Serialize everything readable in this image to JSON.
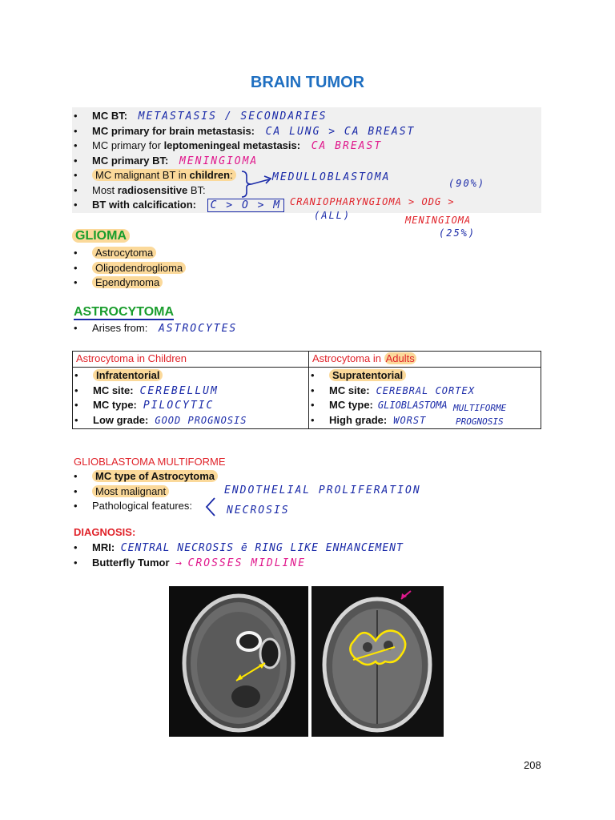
{
  "title": "BRAIN TUMOR",
  "brain_tumor": {
    "items": [
      {
        "label": "MC BT:",
        "note": "METASTASIS / SECONDARIES"
      },
      {
        "label": "MC primary for brain metastasis:",
        "note": "CA LUNG > CA BREAST"
      },
      {
        "label_pre": "MC primary for ",
        "label_bold": "leptomeningeal",
        "label_post": " metastasis:",
        "note": "CA BREAST"
      },
      {
        "label": "MC primary BT:",
        "note": "MENINGIOMA"
      },
      {
        "label_pre": "MC malignant BT in ",
        "label_bold": "children",
        "label_post": ":"
      },
      {
        "label_pre": "Most ",
        "label_bold": "radiosensitive",
        "label_post": " BT:"
      },
      {
        "label": "BT with calcification:",
        "note": "C > O > M"
      }
    ],
    "notes": {
      "medulloblastoma": "MEDULLOBLASTOMA",
      "craniopharyngioma": "CRANIOPHARYNGIOMA > ODG >",
      "pct_90": "(90%)",
      "all": "(ALL)",
      "meningioma": "MENINGIOMA",
      "pct_25": "(25%)"
    }
  },
  "glioma": {
    "heading": "GLIOMA",
    "items": [
      "Astrocytoma",
      "Oligodendroglioma",
      "Ependymoma"
    ]
  },
  "astrocytoma": {
    "heading": "ASTROCYTOMA",
    "arises_label": "Arises from:",
    "arises_note": "ASTROCYTES",
    "table": {
      "children_header": "Astrocytoma in Children",
      "adults_header_pre": "Astrocytoma in ",
      "adults_header_hl": "Adults",
      "children": [
        {
          "label": "Infratentorial",
          "note": ""
        },
        {
          "label": "MC site:",
          "note": "CEREBELLUM"
        },
        {
          "label": "MC type:",
          "note": "PILOCYTIC"
        },
        {
          "label": "Low grade:",
          "note": "GOOD PROGNOSIS"
        }
      ],
      "adults": [
        {
          "label": "Supratentorial",
          "note": ""
        },
        {
          "label": "MC site:",
          "note": "CEREBRAL CORTEX"
        },
        {
          "label": "MC type:",
          "note": "GLIOBLASTOMA"
        },
        {
          "label": "High grade:",
          "note": "WORST"
        }
      ],
      "multiforme": "MULTIFORME",
      "prognosis": "PROGNOSIS"
    }
  },
  "gbm": {
    "heading": "GLIOBLASTOMA MULTIFORME",
    "items": [
      {
        "label": "MC type of Astrocytoma"
      },
      {
        "label": "Most malignant"
      },
      {
        "label": "Pathological features:"
      }
    ],
    "features": [
      "ENDOTHELIAL PROLIFERATION",
      "NECROSIS"
    ]
  },
  "diagnosis": {
    "heading": "DIAGNOSIS:",
    "items": [
      {
        "label": "MRI:",
        "note": "CENTRAL NECROSIS ē RING LIKE ENHANCEMENT"
      },
      {
        "label": "Butterfly Tumor",
        "note": "CROSSES MIDLINE"
      }
    ]
  },
  "page_number": "208",
  "colors": {
    "title_blue": "#1f6fc1",
    "glioma_green": "#1a9d2d",
    "red_heading": "#e0232a",
    "handwriting_blue": "#1a2aa8",
    "handwriting_pink": "#e0188c",
    "highlight": "#fbd99a"
  }
}
